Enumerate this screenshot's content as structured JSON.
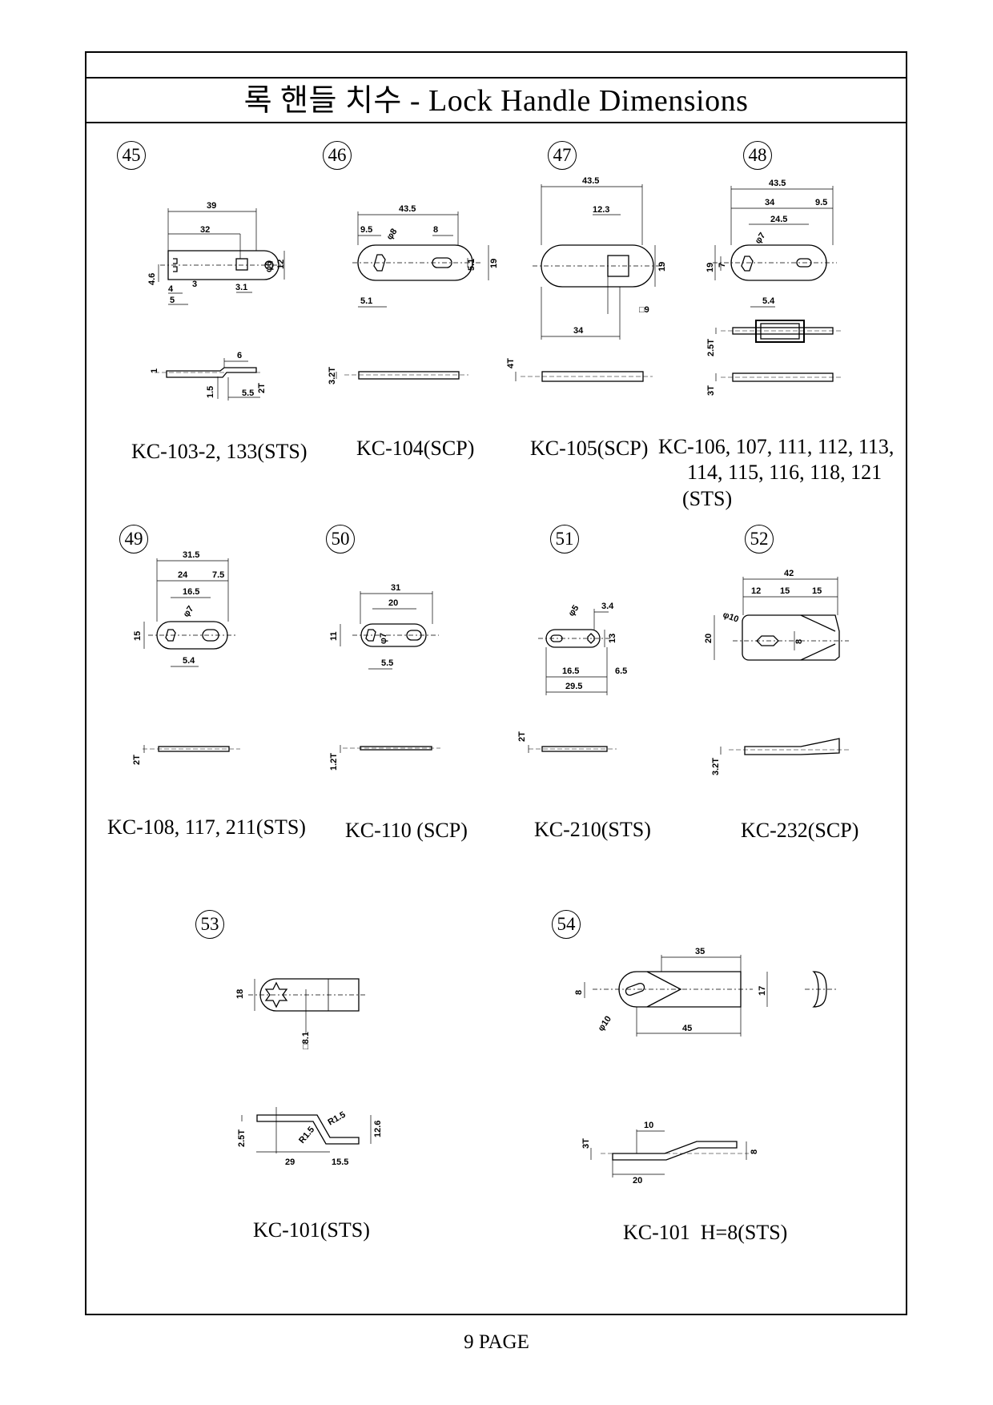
{
  "title": "록 핸들 치수 - Lock Handle Dimensions",
  "items": [
    {
      "no": "45",
      "caption": [
        "KC-103-2, 133(STS)"
      ]
    },
    {
      "no": "46",
      "caption": [
        "KC-104(SCP)"
      ]
    },
    {
      "no": "47",
      "caption": [
        "KC-105(SCP)"
      ]
    },
    {
      "no": "48",
      "caption": [
        "KC-106, 107, 111, 112, 113,",
        "114, 115, 116, 118, 121",
        "(STS)"
      ]
    },
    {
      "no": "49",
      "caption": [
        "KC-108, 117, 211(STS)"
      ]
    },
    {
      "no": "50",
      "caption": [
        "KC-110 (SCP)"
      ]
    },
    {
      "no": "51",
      "caption": [
        "KC-210(STS)"
      ]
    },
    {
      "no": "52",
      "caption": [
        "KC-232(SCP)"
      ]
    },
    {
      "no": "53",
      "caption": [
        "KC-101(STS)"
      ]
    },
    {
      "no": "54",
      "caption": [
        "KC-101  H=8(STS)"
      ]
    }
  ],
  "dims": {
    "d45": [
      "39",
      "32",
      "12",
      "φ6",
      "4.6",
      "4",
      "3",
      "3.1",
      "5",
      "6",
      "1",
      "1.5",
      "2T",
      "5.5"
    ],
    "d46": [
      "43.5",
      "9.5",
      "8",
      "φ8",
      "5.1",
      "19",
      "5.1",
      "3.2T"
    ],
    "d47": [
      "43.5",
      "12.3",
      "19",
      "□9",
      "34",
      "4T"
    ],
    "d48": [
      "43.5",
      "34",
      "9.5",
      "24.5",
      "φ7",
      "19",
      "7",
      "5.4",
      "2.5T",
      "3T"
    ],
    "d49": [
      "31.5",
      "24",
      "7.5",
      "16.5",
      "φ7",
      "15",
      "5.4",
      "2T"
    ],
    "d50": [
      "31",
      "20",
      "11",
      "φ7",
      "5.5",
      "1.2T"
    ],
    "d51": [
      "φ5",
      "3.4",
      "13",
      "16.5",
      "6.5",
      "29.5",
      "2T"
    ],
    "d52": [
      "42",
      "12",
      "15",
      "15",
      "φ10",
      "20",
      "8",
      "3.2T"
    ],
    "d53": [
      "18",
      "□8.1",
      "2.5T",
      "R1.5",
      "R1.5",
      "12.6",
      "29",
      "15.5"
    ],
    "d54": [
      "35",
      "8",
      "17",
      "φ10",
      "45",
      "3T",
      "10",
      "8",
      "20"
    ]
  },
  "footer": "9 PAGE"
}
